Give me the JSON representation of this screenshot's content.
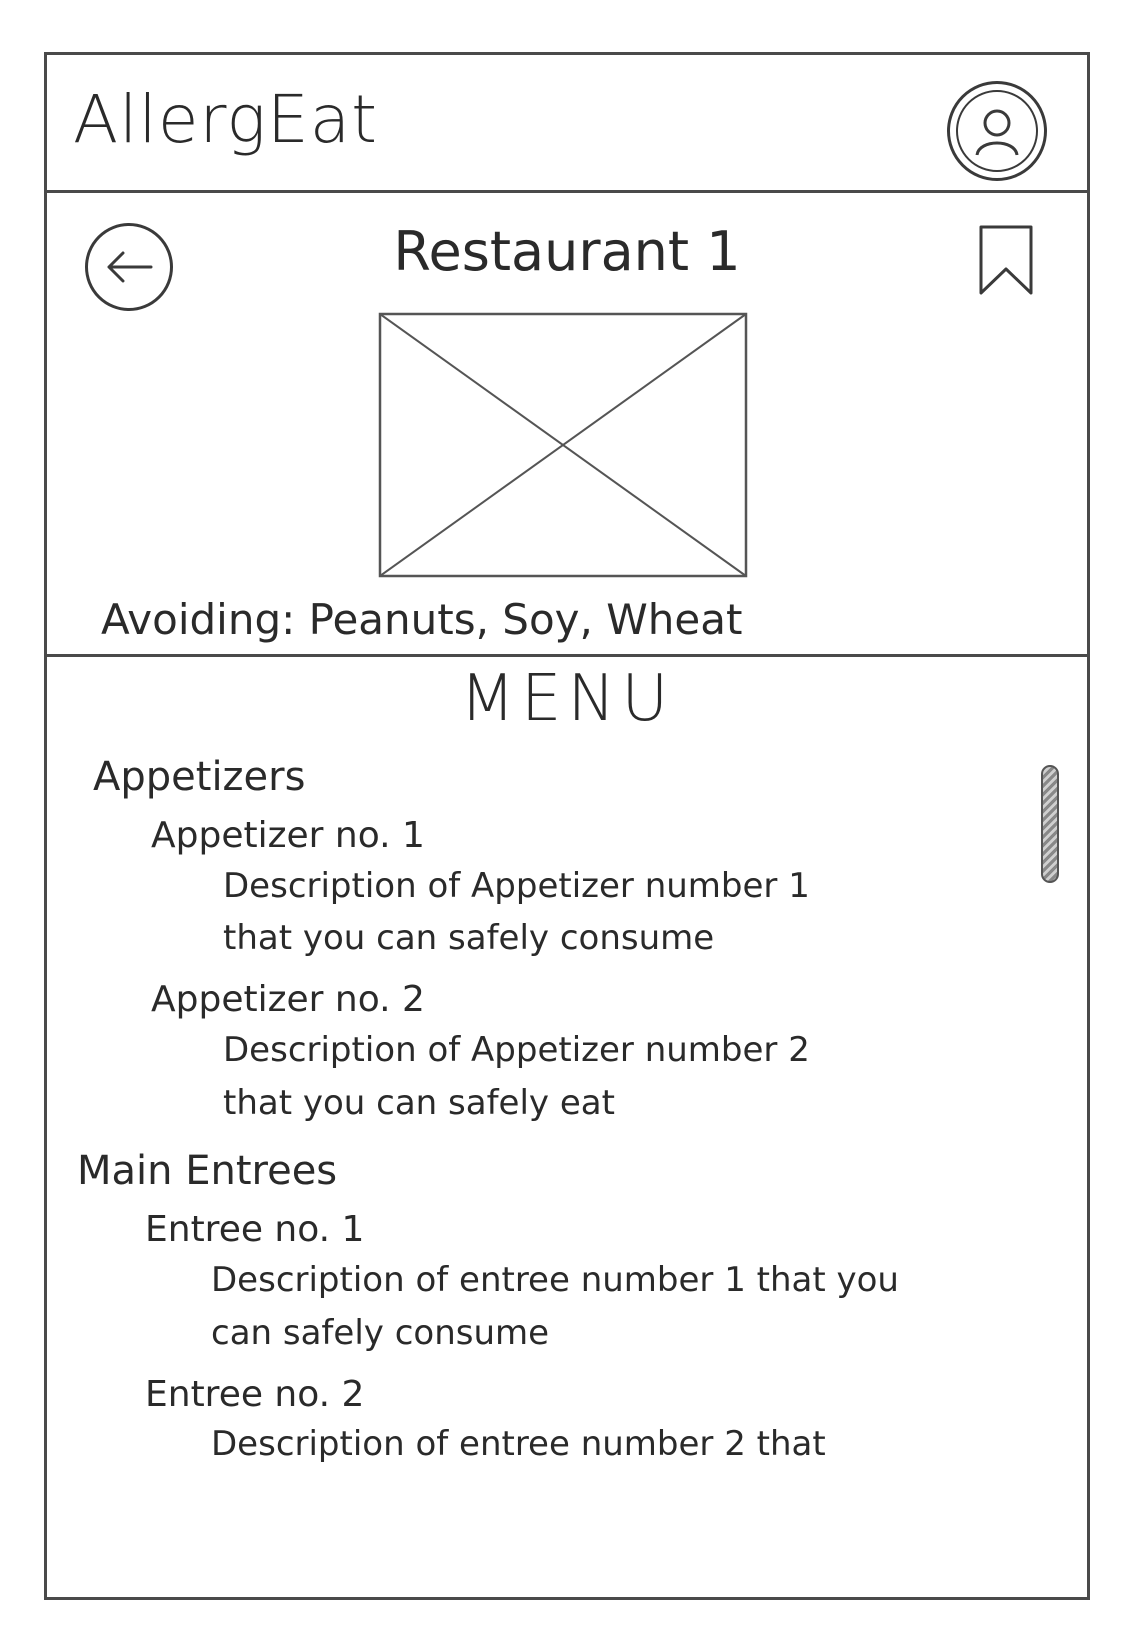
{
  "header": {
    "app_title": "AllergEat",
    "profile_icon": "user-avatar-icon"
  },
  "restaurant": {
    "back_icon": "back-arrow-icon",
    "name": "Restaurant 1",
    "bookmark_icon": "bookmark-icon",
    "image_icon": "image-placeholder-icon",
    "avoiding_label": "Avoiding:",
    "avoiding_values": "Peanuts, Soy, Wheat"
  },
  "menu": {
    "title": "MENU",
    "categories": [
      {
        "name": "Appetizers",
        "items": [
          {
            "name": "Appetizer no. 1",
            "description": "Description of Appetizer number 1 that you can safely consume"
          },
          {
            "name": "Appetizer no. 2",
            "description": "Description of Appetizer number 2 that you can safely eat"
          }
        ]
      },
      {
        "name": "Main Entrees",
        "items": [
          {
            "name": "Entree no. 1",
            "description": "Description of entree number 1 that you can safely consume"
          },
          {
            "name": "Entree no. 2",
            "description": "Description of entree number 2 that"
          }
        ]
      }
    ]
  },
  "colors": {
    "stroke": "#3a3a3a",
    "background": "#ffffff"
  }
}
